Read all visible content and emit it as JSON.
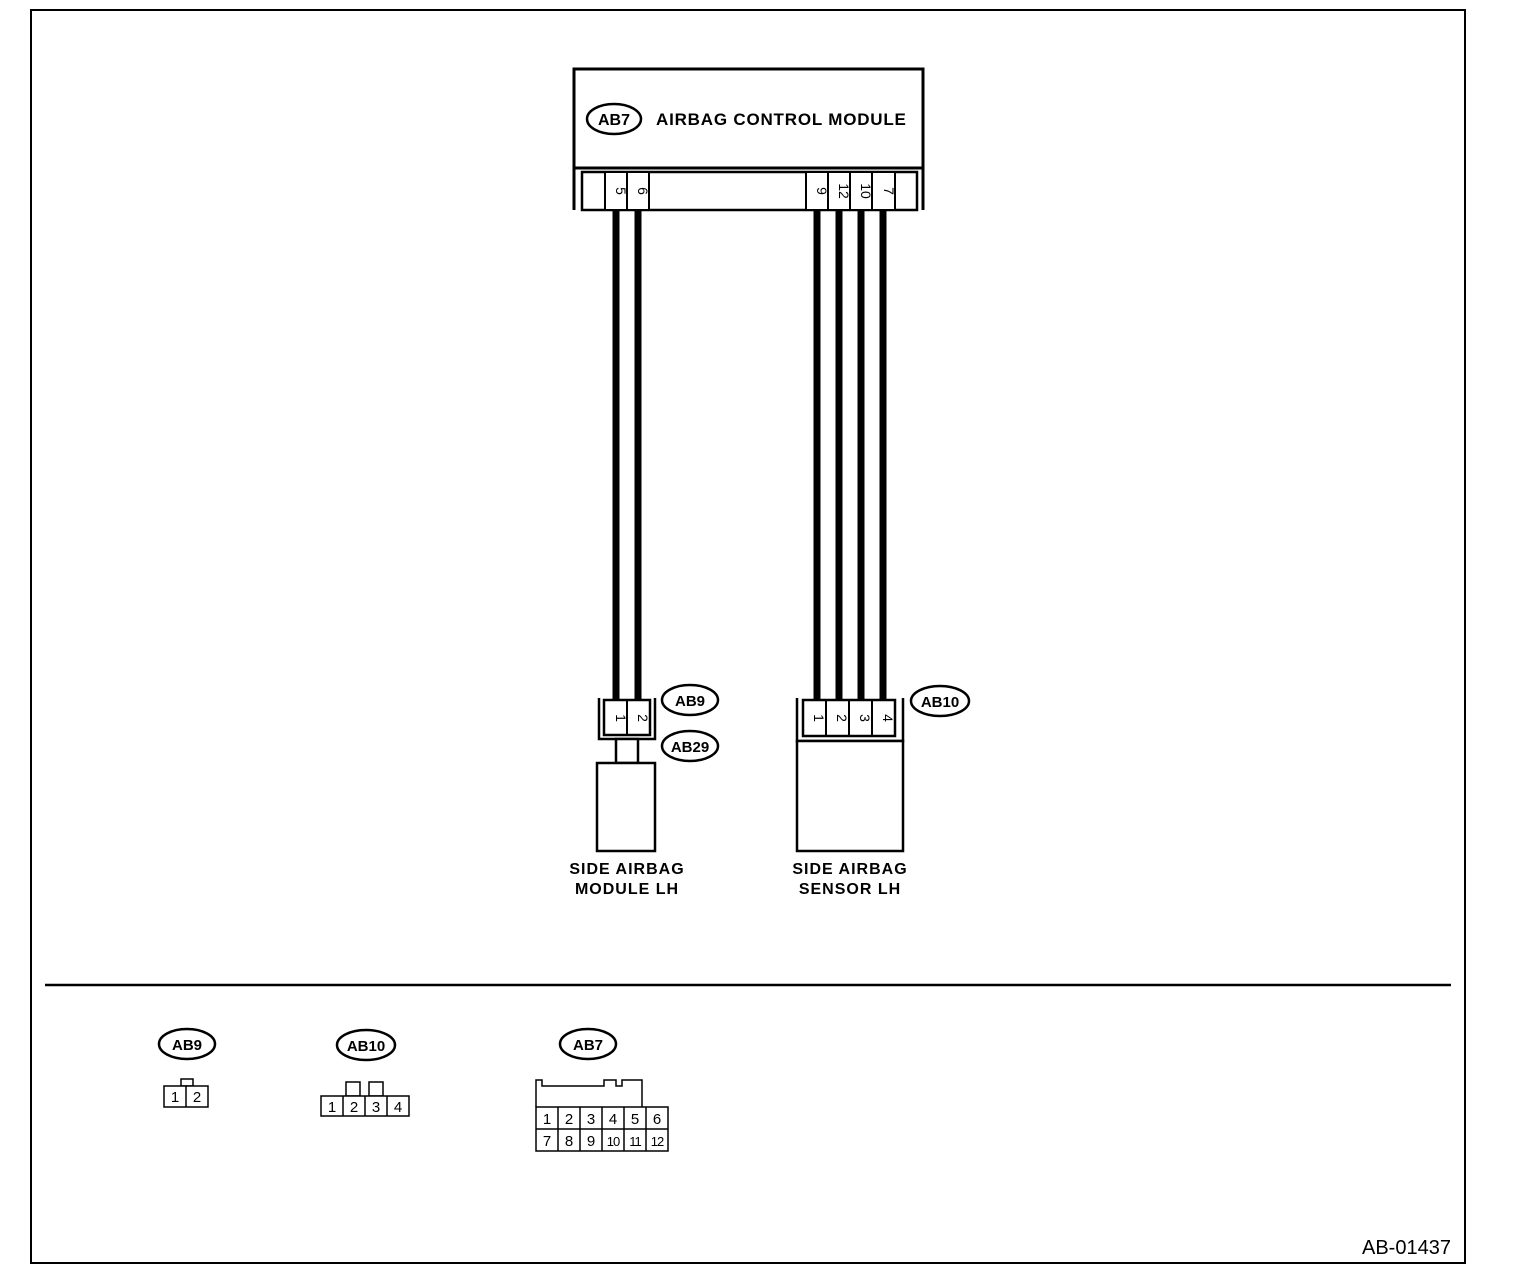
{
  "modules": {
    "acm": {
      "connector": "AB7",
      "name": "AIRBAG CONTROL MODULE",
      "pins_left": [
        "5",
        "6"
      ],
      "pins_right": [
        "9",
        "12",
        "10",
        "7"
      ]
    },
    "side_airbag_module": {
      "connectors": [
        "AB9",
        "AB29"
      ],
      "pins": [
        "1",
        "2"
      ],
      "name_line1": "SIDE AIRBAG",
      "name_line2": "MODULE LH"
    },
    "side_airbag_sensor": {
      "connector": "AB10",
      "pins": [
        "1",
        "2",
        "3",
        "4"
      ],
      "name_line1": "SIDE AIRBAG",
      "name_line2": "SENSOR LH"
    }
  },
  "connector_views": {
    "ab9": {
      "label": "AB9",
      "pins": [
        "1",
        "2"
      ]
    },
    "ab10": {
      "label": "AB10",
      "pins": [
        "1",
        "2",
        "3",
        "4"
      ]
    },
    "ab7": {
      "label": "AB7",
      "row1": [
        "1",
        "2",
        "3",
        "4",
        "5",
        "6"
      ],
      "row2": [
        "7",
        "8",
        "9",
        "10",
        "11",
        "12"
      ]
    }
  },
  "reference_code": "AB-01437"
}
